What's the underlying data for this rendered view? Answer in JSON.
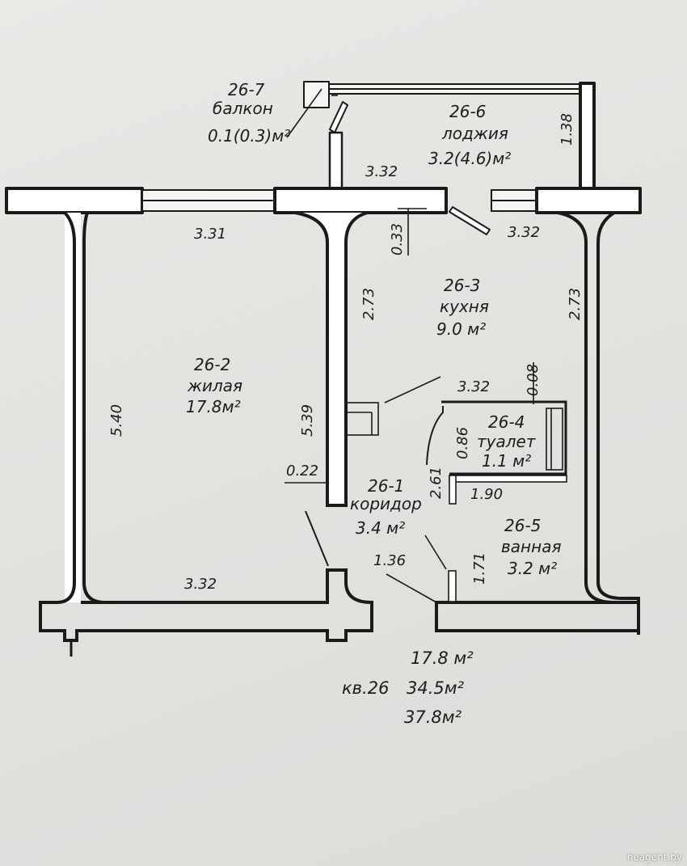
{
  "rooms": {
    "balcony": {
      "id": "26-7",
      "name": "балкон",
      "area": "0.1(0.3)м²"
    },
    "loggia": {
      "id": "26-6",
      "name": "лоджия",
      "area": "3.2(4.6)м²"
    },
    "kitchen": {
      "id": "26-3",
      "name": "кухня",
      "area": "9.0 м²"
    },
    "living": {
      "id": "26-2",
      "name": "жилая",
      "area": "17.8м²"
    },
    "toilet": {
      "id": "26-4",
      "name": "туалет",
      "area": "1.1 м²"
    },
    "corridor": {
      "id": "26-1",
      "name": "коридор",
      "area": "3.4 м²"
    },
    "bath": {
      "id": "26-5",
      "name": "ванная",
      "area": "3.2 м²"
    }
  },
  "dimensions": {
    "loggia_depth": "1.38",
    "loggia_width": "3.32",
    "living_top": "3.31",
    "kitchen_top": "3.32",
    "kitchen_jamb": "0.33",
    "kitchen_left": "2.73",
    "kitchen_right": "2.73",
    "kitchen_bottom": "3.32",
    "partition": "0.08",
    "living_left": "5.40",
    "living_right": "5.39",
    "living_bottom": "3.32",
    "wall_thickness": "0.22",
    "toilet_height": "0.86",
    "corridor_side": "2.61",
    "bath_top": "1.90",
    "corridor_bottom": "1.36",
    "bath_left": "1.71"
  },
  "summary": {
    "living_area": "17.8 м²",
    "apartment": "кв.26",
    "total_area": "34.5м²",
    "total_with_loggia": "37.8м²"
  },
  "watermark": "neagent.by"
}
